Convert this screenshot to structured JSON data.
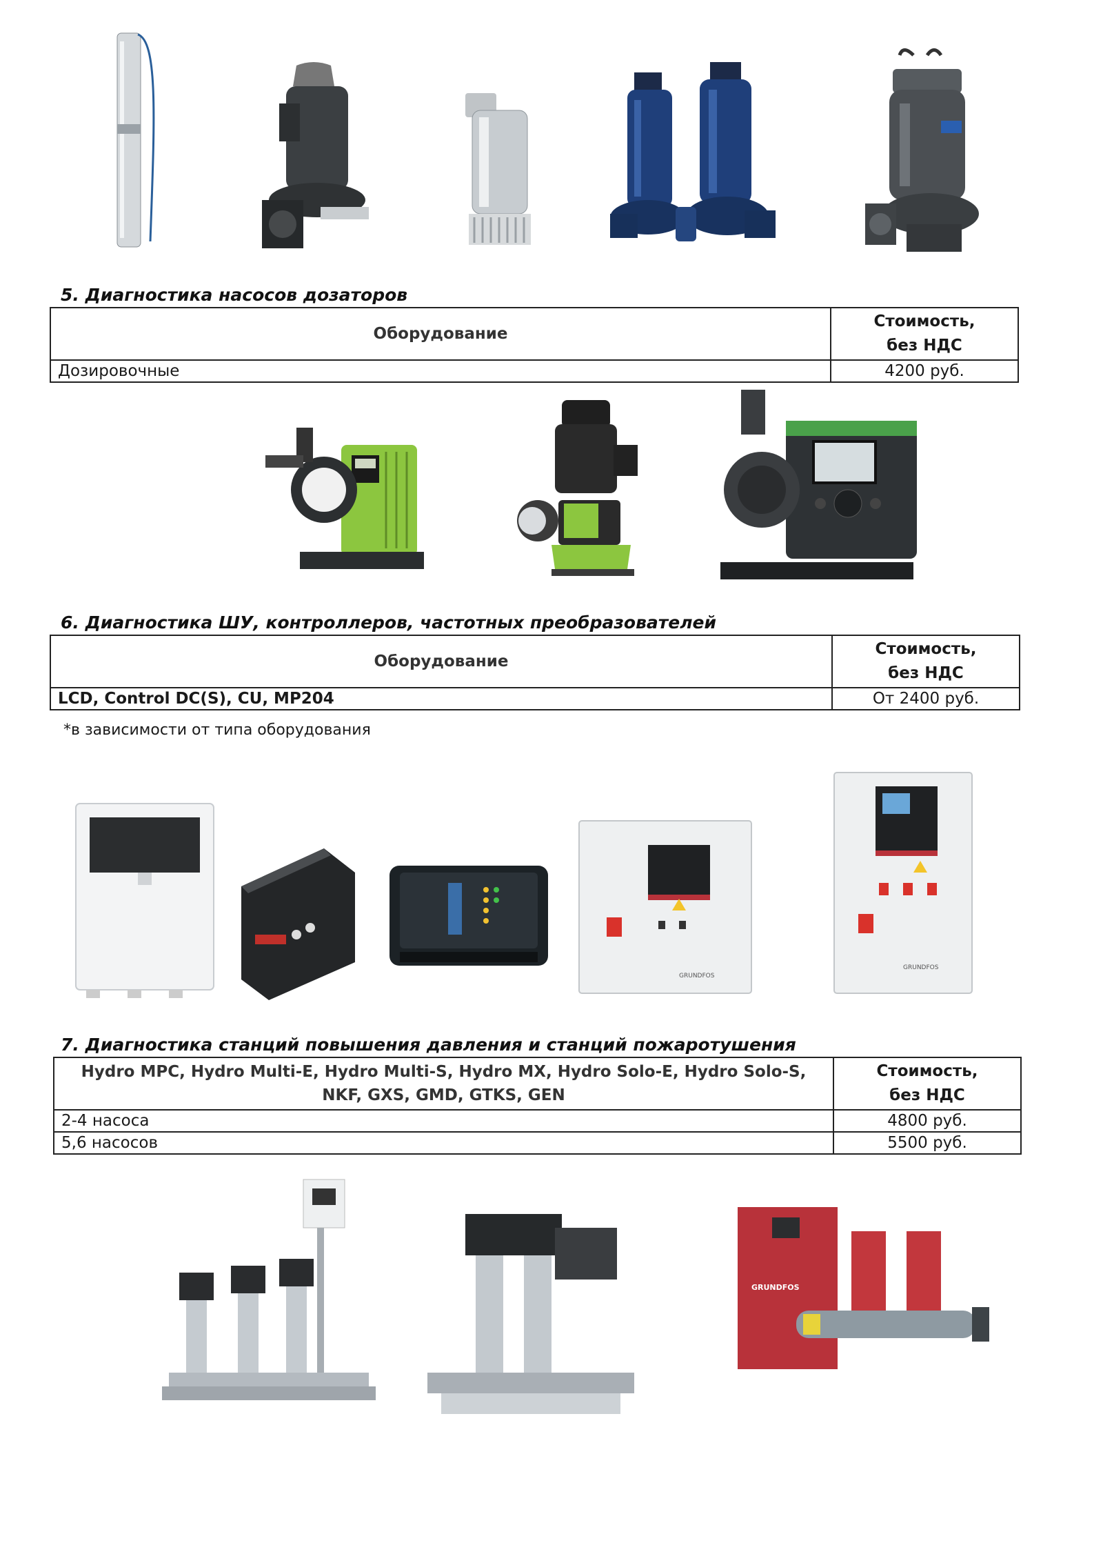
{
  "sections": [
    {
      "heading": "5. Диагностика насосов дозаторов",
      "header": {
        "equipment": "Оборудование",
        "cost": "Стоимость,\nбез НДС"
      },
      "rows": [
        {
          "equipment": "Дозировочные",
          "cost": "4200 руб."
        }
      ]
    },
    {
      "heading": "6. Диагностика ШУ, контроллеров, частотных преобразователей",
      "header": {
        "equipment": "Оборудование",
        "cost": "Стоимость,\nбез НДС"
      },
      "rows": [
        {
          "equipment": "LCD, Control DC(S), CU, MP204",
          "cost": "От 2400 руб."
        }
      ],
      "note": "*в зависимости от типа оборудования"
    },
    {
      "heading": "7. Диагностика станций повышения давления и станций пожаротушения",
      "header": {
        "equipment": "Hydro MPC, Hydro Multi-E, Hydro Multi-S, Hydro MX, Hydro Solo-E, Hydro Solo-S, NKF, GXS, GMD, GTKS, GEN",
        "cost": "Стоимость,\nбез НДС"
      },
      "rows": [
        {
          "equipment": "2-4 насоса",
          "cost": "4800 руб."
        },
        {
          "equipment": "5,6 насосов",
          "cost": "5500 руб."
        }
      ]
    }
  ],
  "images": {
    "row1": [
      "submersible-borehole-pump-icon",
      "sewage-pump-icon",
      "drainage-pump-icon",
      "wastewater-pump-pair-icon",
      "grinder-pump-icon"
    ],
    "row2": [
      "dosing-pump-compact-icon",
      "dosing-pump-motor-icon",
      "dosing-pump-digital-icon"
    ],
    "row3": [
      "control-box-icon",
      "din-controller-icon",
      "pump-controller-icon",
      "control-cabinet-icon",
      "control-cabinet-tall-icon"
    ],
    "row4": [
      "booster-set-three-pump-icon",
      "booster-set-two-pump-icon",
      "fire-station-icon"
    ],
    "brand_text": "GRUNDFOS"
  },
  "colors": {
    "pump_blue": "#1f3f7a",
    "dosing_green": "#8cc63f",
    "fire_red": "#b8323a",
    "steel": "#b9c0c6"
  }
}
